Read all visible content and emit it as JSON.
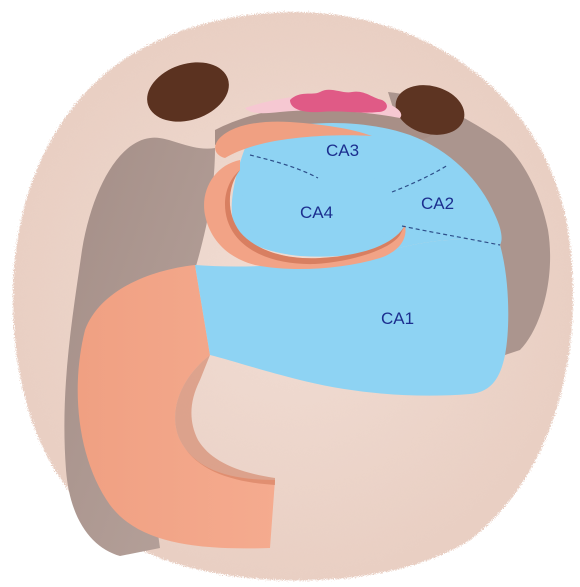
{
  "regions": {
    "ca1": {
      "label": "CA1"
    },
    "ca2": {
      "label": "CA2"
    },
    "ca3": {
      "label": "CA3"
    },
    "ca4": {
      "label": "CA4"
    }
  },
  "colors": {
    "background_disc": "#efd9cf",
    "tissue": "#b09a93",
    "tissue_dark": "#8f7b75",
    "ventricle": "#5b3220",
    "choroid_plexus": "#e05a86",
    "choroid_base": "#f6c8d2",
    "cornu_ammonis": "#8ed3f3",
    "dentate_gyrus": "#f2a386",
    "dentate_shadow": "#c7674a",
    "divider": "#2d4f8a",
    "label": "#1c2f8f"
  }
}
